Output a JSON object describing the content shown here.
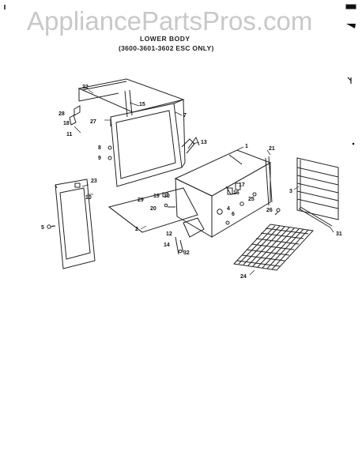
{
  "watermark": "AppliancePartsPros.com",
  "diagram": {
    "title": "LOWER BODY",
    "subtitle": "(3600-3601-3602 ESC ONLY)"
  },
  "callouts": [
    "1",
    "2",
    "3",
    "4",
    "5",
    "6",
    "7",
    "8",
    "9",
    "10",
    "11",
    "12",
    "13",
    "14",
    "15",
    "16",
    "17",
    "18",
    "19",
    "20",
    "21",
    "22",
    "23",
    "24",
    "25",
    "26",
    "27",
    "28",
    "29",
    "30",
    "31",
    "32"
  ]
}
